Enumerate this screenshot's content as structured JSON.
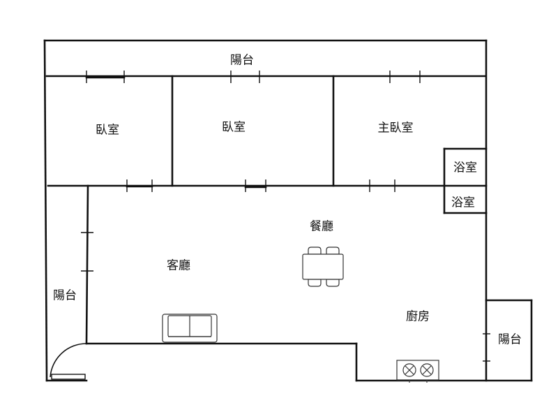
{
  "floor_plan": {
    "rooms": {
      "balcony_top": "陽台",
      "bedroom_left": "臥室",
      "bedroom_middle": "臥室",
      "master_bedroom": "主臥室",
      "bathroom_upper": "浴室",
      "bathroom_lower": "浴室",
      "dining_room": "餐廳",
      "living_room": "客廳",
      "balcony_left": "陽台",
      "kitchen": "廚房",
      "balcony_right": "陽台"
    },
    "furniture": [
      "dining-table",
      "sofa",
      "stove"
    ],
    "colors": {
      "wall": "#111111",
      "background": "#ffffff"
    }
  }
}
